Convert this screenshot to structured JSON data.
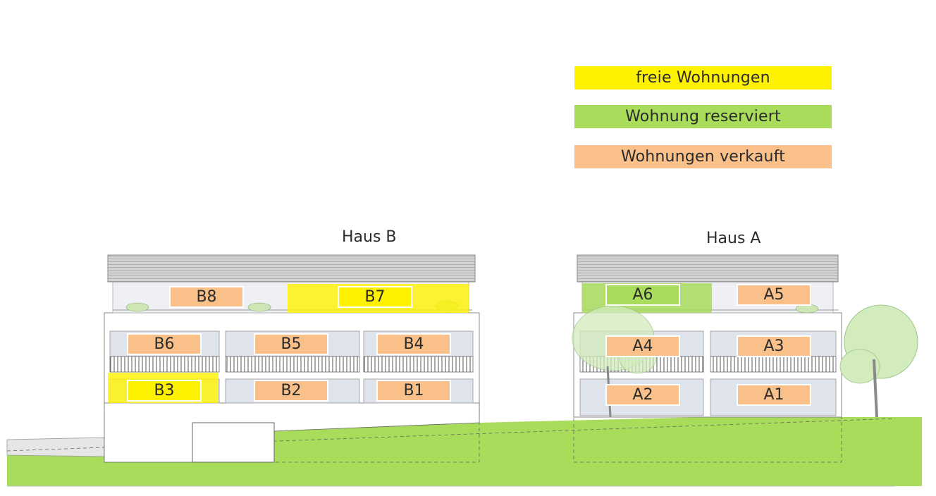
{
  "colors": {
    "free": "#fff200",
    "reserved": "#a8dc5a",
    "sold": "#f9c189",
    "lawn": "#a8dc5a",
    "roof": "#d0d0d0"
  },
  "legend": {
    "free": "freie Wohnungen",
    "reserved": "Wohnung reserviert",
    "sold": "Wohnungen verkauft"
  },
  "houses": {
    "b": {
      "label": "Haus B"
    },
    "a": {
      "label": "Haus A"
    }
  },
  "units": [
    {
      "id": "b8",
      "label": "B8",
      "status": "sold"
    },
    {
      "id": "b7",
      "label": "B7",
      "status": "free"
    },
    {
      "id": "b6",
      "label": "B6",
      "status": "sold"
    },
    {
      "id": "b5",
      "label": "B5",
      "status": "sold"
    },
    {
      "id": "b4",
      "label": "B4",
      "status": "sold"
    },
    {
      "id": "b3",
      "label": "B3",
      "status": "free"
    },
    {
      "id": "b2",
      "label": "B2",
      "status": "sold"
    },
    {
      "id": "b1",
      "label": "B1",
      "status": "sold"
    },
    {
      "id": "a6",
      "label": "A6",
      "status": "reserved"
    },
    {
      "id": "a5",
      "label": "A5",
      "status": "sold"
    },
    {
      "id": "a4",
      "label": "A4",
      "status": "sold"
    },
    {
      "id": "a3",
      "label": "A3",
      "status": "sold"
    },
    {
      "id": "a2",
      "label": "A2",
      "status": "sold"
    },
    {
      "id": "a1",
      "label": "A1",
      "status": "sold"
    }
  ]
}
